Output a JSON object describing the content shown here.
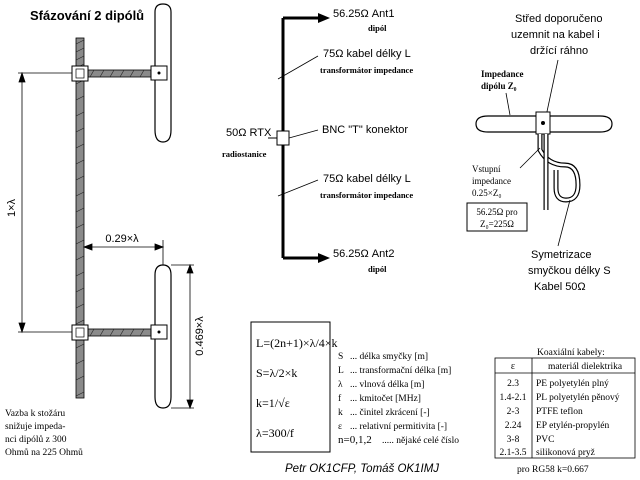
{
  "title": "Sfázování 2 dipólů",
  "left_diagram": {
    "dim_spacing": "1×λ",
    "dim_offset": "0.29×λ",
    "dim_length": "0.469×λ",
    "note_lines": [
      "Vazba k stožáru",
      "snižuje impeda-",
      "nci dipólů z 300",
      "Ohmů na 225 Ohmů"
    ]
  },
  "center_diagram": {
    "ant1_label": "56.25Ω Ant1",
    "ant1_sub": "dipól",
    "cable1_label": "75Ω kabel délky L",
    "cable1_sub": "transformátor impedance",
    "rtx_label": "50Ω RTX",
    "rtx_sub": "radiostanice",
    "bnc_label": "BNC \"T\" konektor",
    "cable2_label": "75Ω kabel délky L",
    "cable2_sub": "transformátor impedance",
    "ant2_label": "56.25Ω Ant2",
    "ant2_sub": "dipól"
  },
  "right_diagram": {
    "center_note_lines": [
      "Střed doporučeno",
      "uzemnit na kabel i",
      "držící ráhno"
    ],
    "impedance_lines": [
      "Impedance",
      "dipólu Z₀"
    ],
    "input_lines": [
      "Vstupní",
      "impedance",
      "0.25×Z₀"
    ],
    "box_lines": [
      "56.25Ω pro",
      "Z₀=225Ω"
    ],
    "balun_lines": [
      "Symetrizace",
      "smyčkou délky S",
      "Kabel 50Ω"
    ]
  },
  "formulas": {
    "f1": "L=(2n+1)×λ/4×k",
    "f2": "S=λ/2×k",
    "f3": "k=1/√ε",
    "f4": "λ=300/f"
  },
  "legend": [
    {
      "symbol": "S",
      "text": "... délka smyčky [m]"
    },
    {
      "symbol": "L",
      "text": "... transformační délka [m]"
    },
    {
      "symbol": "λ",
      "text": "... vlnová délka [m]"
    },
    {
      "symbol": "f",
      "text": "... kmitočet [MHz]"
    },
    {
      "symbol": "k",
      "text": "... činitel zkrácení [-]"
    },
    {
      "symbol": "ε",
      "text": "... relativní permitivita [-]"
    },
    {
      "symbol": "n=0,1,2",
      "text": "..... nějaké celé číslo"
    }
  ],
  "table": {
    "title": "Koaxiální kabely:",
    "col1": "ε",
    "col2": "materiál dielektrika",
    "rows": [
      {
        "e": "2.3",
        "m": "PE polyetylén plný"
      },
      {
        "e": "1.4-2.1",
        "m": "PL polyetylén pěnový"
      },
      {
        "e": "2-3",
        "m": "PTFE teflon"
      },
      {
        "e": "2.24",
        "m": "EP etylén-propylén"
      },
      {
        "e": "3-8",
        "m": "PVC"
      },
      {
        "e": "2.1-3.5",
        "m": "silikonová pryž"
      }
    ],
    "footer": "pro RG58 k=0.667"
  },
  "authors": "Petr OK1CFP, Tomáš OK1IMJ"
}
